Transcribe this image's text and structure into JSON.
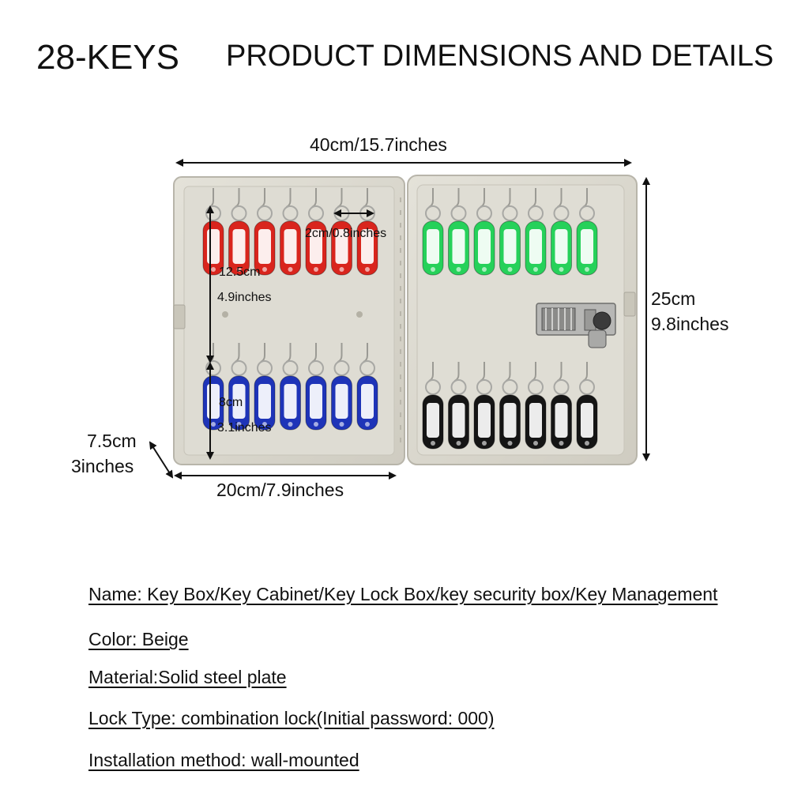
{
  "header": {
    "title_left": "28-KEYS",
    "title_right": "PRODUCT DIMENSIONS AND DETAILS"
  },
  "dimensions": {
    "total_width": "40cm/15.7inches",
    "height_cm": "25cm",
    "height_in": "9.8inches",
    "hook_spacing": "2cm/0.8inches",
    "row_gap_cm": "12.5cm",
    "row_gap_in": "4.9inches",
    "tag_length_cm": "8cm",
    "tag_length_in": "3.1inches",
    "depth_cm": "7.5cm",
    "depth_in": "3inches",
    "door_width": "20cm/7.9inches"
  },
  "specs": [
    "Name: Key Box/Key Cabinet/Key Lock Box/key security box/Key Management",
    "Color: Beige",
    "Material:Solid steel plate",
    "Lock Type: combination lock(Initial password: 000)",
    "Installation method: wall-mounted"
  ],
  "colors": {
    "box": "#dcdad0",
    "tag_red": "#d9251d",
    "tag_blue": "#1e34b8",
    "tag_green": "#26d15a",
    "tag_black": "#151515"
  }
}
